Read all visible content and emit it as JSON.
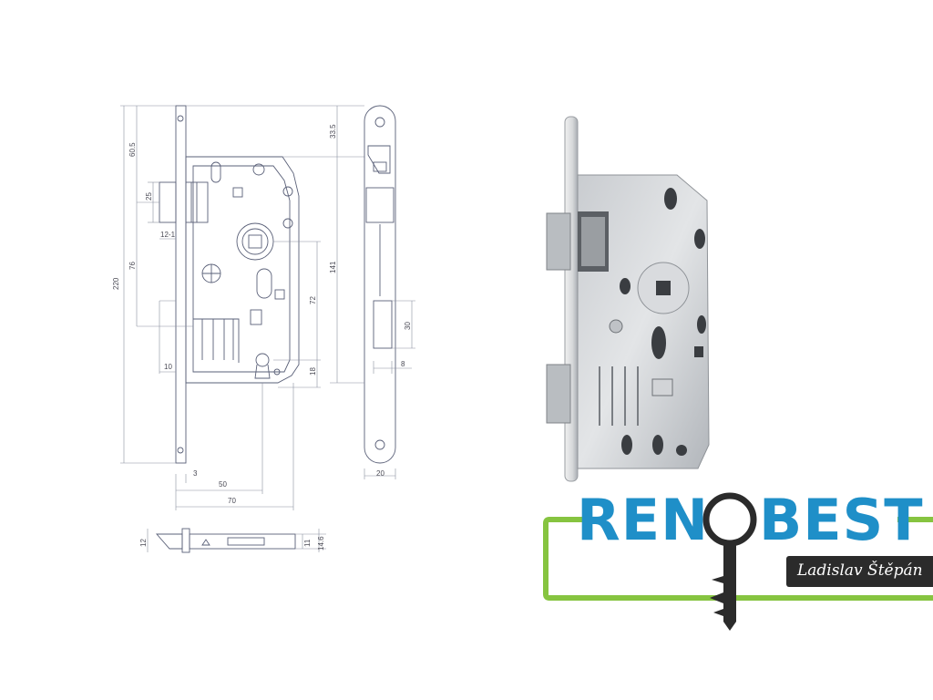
{
  "drawing": {
    "front_dims": {
      "d_60_5": "60.5",
      "d_25": "25",
      "d_12_1": "12-1",
      "d_76": "76",
      "d_220": "220",
      "d_10": "10",
      "d_72": "72",
      "d_18": "18",
      "d_3": "3",
      "d_50": "50",
      "d_70": "70"
    },
    "side_dims": {
      "d_33_5": "33.5",
      "d_141": "141",
      "d_30": "30",
      "d_8": "8",
      "d_20": "20"
    },
    "bottom_dims": {
      "d_12": "12",
      "d_11": "11",
      "d_14_6": "14.6"
    }
  },
  "logo": {
    "brand_left": "REN",
    "brand_right": "BEST",
    "tagline": "Ladislav Štěpán",
    "colors": {
      "blue": "#1f8fc8",
      "green": "#86c440",
      "dark": "#2b2b2b"
    }
  }
}
